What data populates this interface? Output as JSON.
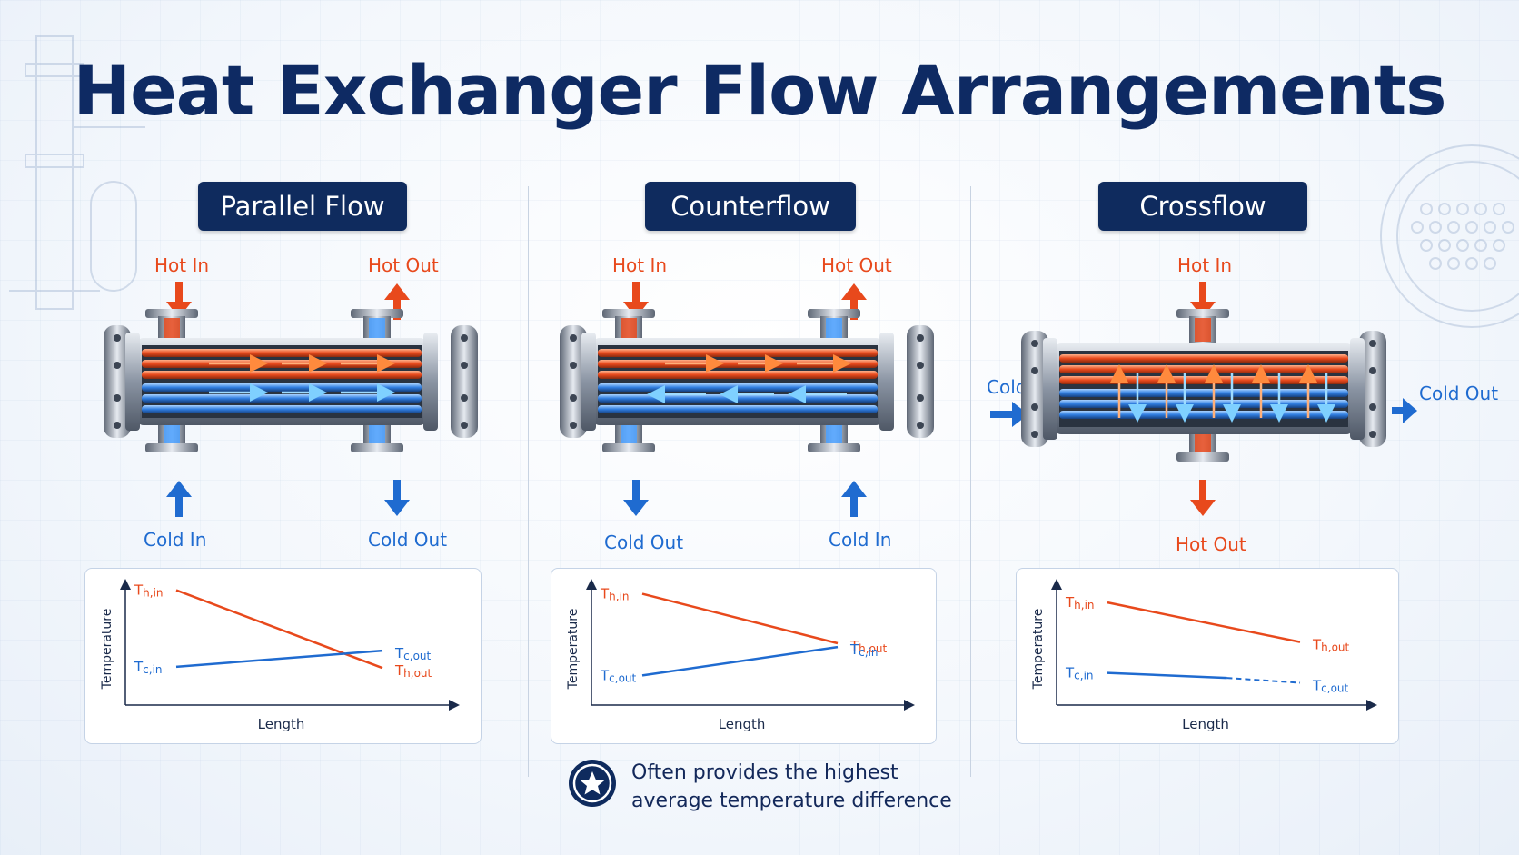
{
  "title": "Heat Exchanger Flow Arrangements",
  "colors": {
    "hot": "#e8491c",
    "cold": "#1f6bd0",
    "navy": "#0f2b5e"
  },
  "panels": [
    {
      "name": "Parallel Flow",
      "labels": {
        "hot_in": "Hot In",
        "hot_out": "Hot Out",
        "cold_in": "Cold In",
        "cold_out": "Cold Out"
      },
      "chart_data": {
        "type": "line",
        "ylabel": "Temperature",
        "xlabel": "Length",
        "series": [
          {
            "name": "Th,in → Th,out",
            "start_label": "Th,in",
            "end_label": "Th,out",
            "points": [
              [
                0,
                0.93
              ],
              [
                1,
                0.3
              ]
            ],
            "color": "#e8491c"
          },
          {
            "name": "Tc,in → Tc,out",
            "start_label": "Tc,in",
            "end_label": "Tc,out",
            "points": [
              [
                0,
                0.31
              ],
              [
                1,
                0.44
              ]
            ],
            "color": "#1f6bd0"
          }
        ]
      }
    },
    {
      "name": "Counterflow",
      "labels": {
        "hot_in": "Hot In",
        "hot_out": "Hot Out",
        "cold_in": "Cold In",
        "cold_out": "Cold Out"
      },
      "chart_data": {
        "type": "line",
        "ylabel": "Temperature",
        "xlabel": "Length",
        "series": [
          {
            "name": "Th,in → Th,out",
            "start_label": "Th,in",
            "end_label": "Th,out",
            "points": [
              [
                0,
                0.9
              ],
              [
                1,
                0.5
              ]
            ],
            "color": "#e8491c"
          },
          {
            "name": "Tc,out → Tc,in",
            "start_label": "Tc,out",
            "end_label": "Tc,in",
            "points": [
              [
                0,
                0.24
              ],
              [
                1,
                0.47
              ]
            ],
            "color": "#1f6bd0"
          }
        ]
      },
      "note": {
        "line1": "Often provides the highest",
        "line2": "average temperature difference"
      }
    },
    {
      "name": "Crossflow",
      "labels": {
        "hot_in": "Hot In",
        "hot_out": "Hot Out",
        "cold_in": "Cold In",
        "cold_out": "Cold Out"
      },
      "chart_data": {
        "type": "line",
        "ylabel": "Temperature",
        "xlabel": "Length",
        "series": [
          {
            "name": "Th,in → Th,out",
            "start_label": "Th,in",
            "end_label": "Th,out",
            "points": [
              [
                0,
                0.83
              ],
              [
                1,
                0.51
              ]
            ],
            "color": "#e8491c"
          },
          {
            "name": "Tc,in → Tc,out",
            "start_label": "Tc,in",
            "end_label": "Tc,out",
            "points": [
              [
                0,
                0.26
              ],
              [
                0.62,
                0.22
              ],
              [
                1,
                0.18
              ]
            ],
            "color": "#1f6bd0",
            "dashed_from": 0.62
          }
        ]
      }
    }
  ]
}
